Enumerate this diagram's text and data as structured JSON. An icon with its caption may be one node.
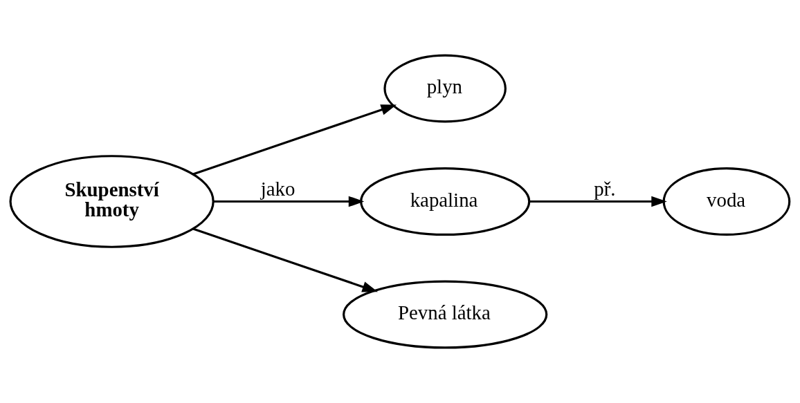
{
  "diagram": {
    "nodes": [
      {
        "text": [
          "plyn"
        ]
      },
      {
        "text": [
          "kapalina"
        ]
      },
      {
        "text": [
          "voda"
        ]
      },
      {
        "text": [
          "Skupenství hmoty"
        ]
      },
      {
        "text": [
          "Pevná látka"
        ]
      }
    ],
    "edges": [
      {
        "from": 3,
        "to": 0,
        "arrow": "to"
      },
      {
        "from": 3,
        "to": 1,
        "arrow": "to",
        "label": "jako"
      },
      {
        "from": 1,
        "to": 2,
        "arrow": "to",
        "label": "př."
      },
      {
        "from": 3,
        "to": 4,
        "arrow": "to"
      }
    ]
  }
}
